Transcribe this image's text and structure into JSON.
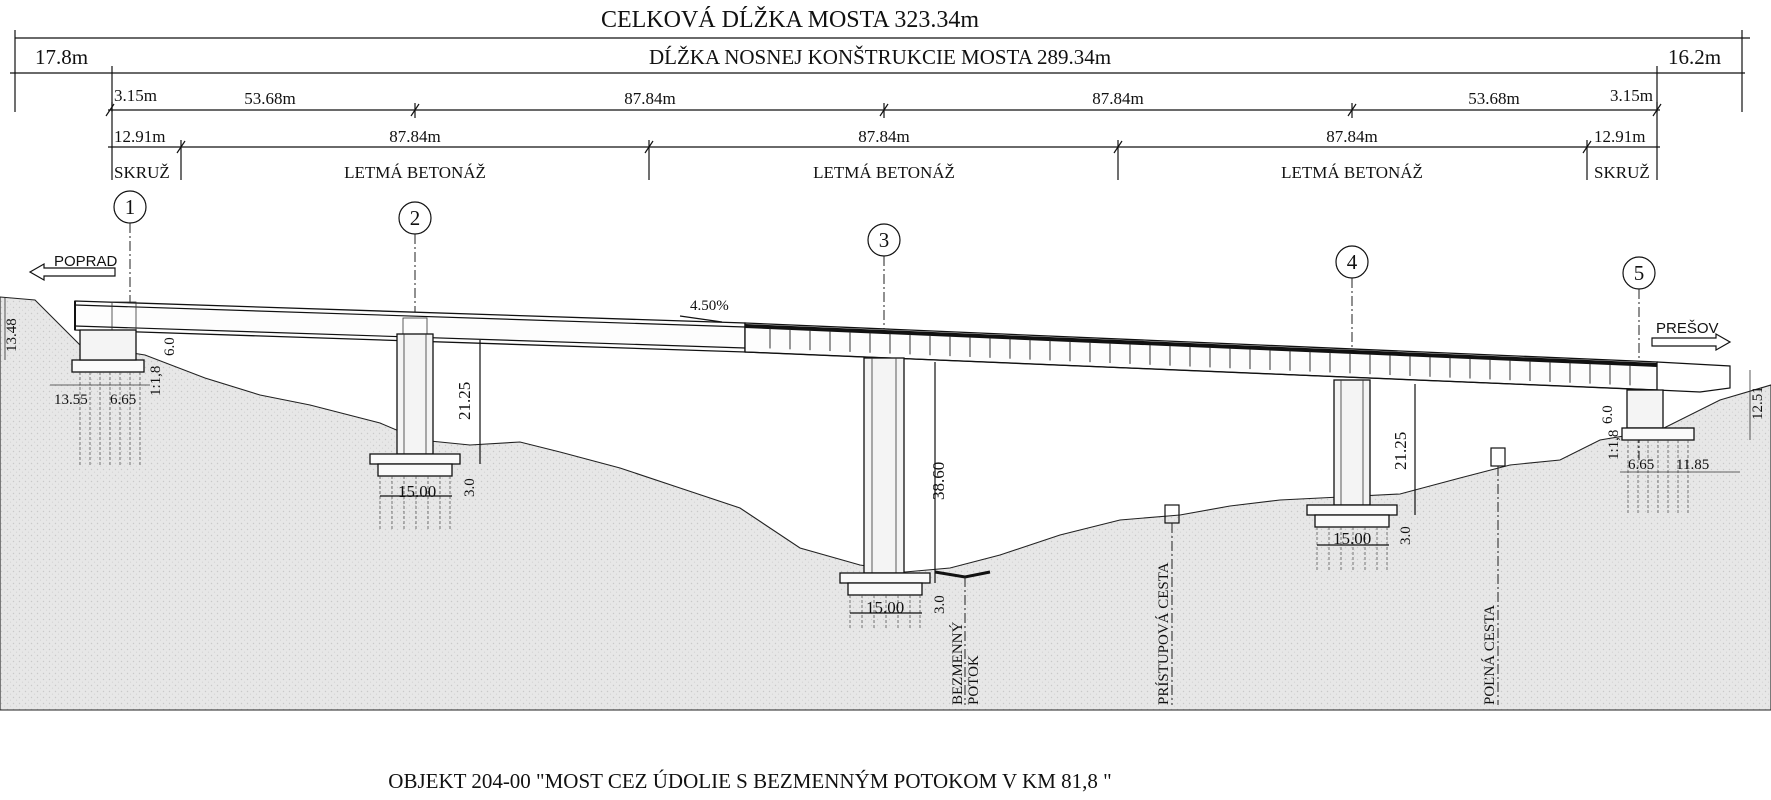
{
  "total_length": "CELKOVÁ DĹŽKA MOSTA  323.34m",
  "structure_length": "DĹŽKA NOSNEJ KONŠTRUKCIE MOSTA  289.34m",
  "approach_left": "17.8m",
  "approach_right": "16.2m",
  "spans": {
    "edge_left": "3.15m",
    "s1": "53.68m",
    "s2": "87.84m",
    "s3": "87.84m",
    "s4": "53.68m",
    "edge_right": "3.15m"
  },
  "segments": {
    "left": "12.91m",
    "m1": "87.84m",
    "m2": "87.84m",
    "m3": "87.84m",
    "right": "12.91m"
  },
  "methods": {
    "left": "SKRUŽ",
    "m1": "LETMÁ BETONÁŽ",
    "m2": "LETMÁ BETONÁŽ",
    "m3": "LETMÁ BETONÁŽ",
    "right": "SKRUŽ"
  },
  "supports": [
    "1",
    "2",
    "3",
    "4",
    "5"
  ],
  "directions": {
    "left": "POPRAD",
    "right": "PREŠOV"
  },
  "gradient": "4.50%",
  "dims": {
    "a1_height": "13.48",
    "a1_w1": "13.55",
    "a1_w2": "6.65",
    "a1_slope": "1:1,8",
    "a1_depth": "6.0",
    "p2_height": "21.25",
    "p2_fnd": "15.00",
    "p2_fnd_h": "3.0",
    "p3_height": "38.60",
    "p3_fnd": "15.00",
    "p3_fnd_h": "3.0",
    "p4_height": "21.25",
    "p4_fnd": "15.00",
    "p4_fnd_h": "3.0",
    "a5_height": "12.51",
    "a5_depth": "6.0",
    "a5_slope": "1:1,8",
    "a5_w1": "6.65",
    "a5_w2": "11.85"
  },
  "features": {
    "stream_line1": "BEZMENNÝ",
    "stream_line2": "POTOK",
    "access_road": "PRÍSTUPOVÁ CESTA",
    "field_road": "POĽNÁ CESTA"
  },
  "caption": "OBJEKT 204-00   \"MOST CEZ ÚDOLIE S BEZMENNÝM POTOKOM V KM 81,8 \""
}
